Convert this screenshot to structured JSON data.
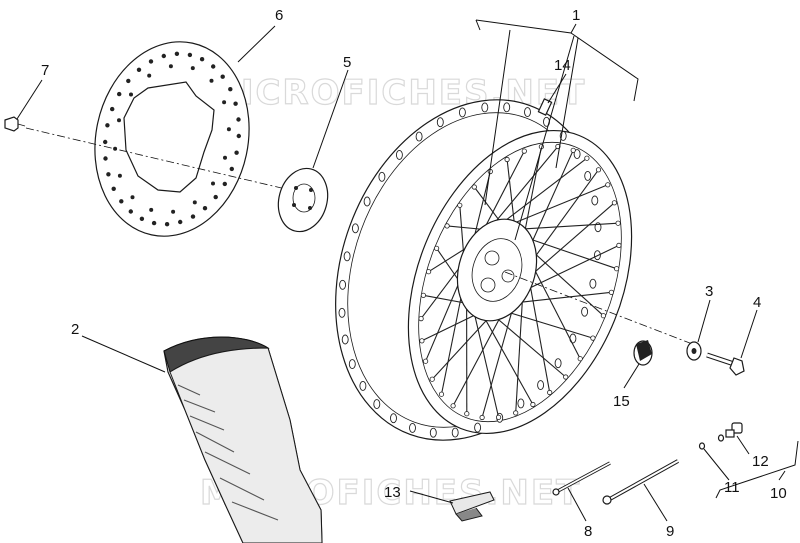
{
  "watermark": [
    "MICROFICHES.NET",
    "MICROFICHES.NET"
  ],
  "callouts": [
    "1",
    "2",
    "3",
    "4",
    "5",
    "6",
    "7",
    "8",
    "9",
    "10",
    "11",
    "12",
    "13",
    "14",
    "15"
  ]
}
